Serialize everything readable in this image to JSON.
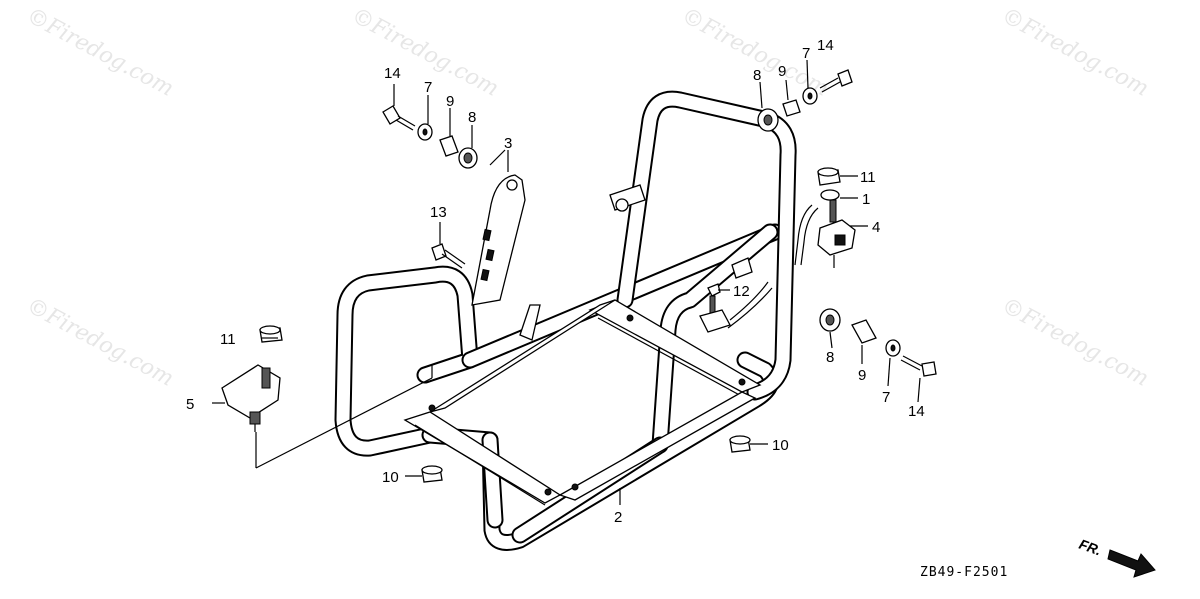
{
  "watermark": "©Firedog.com",
  "drawing_code": "ZB49-F2501",
  "front_marker": "FR.",
  "callouts": {
    "p1": "1",
    "p2": "2",
    "p3": "3",
    "p4": "4",
    "p5": "5",
    "p7a": "7",
    "p7b": "7",
    "p7c": "7",
    "p8a": "8",
    "p8b": "8",
    "p8c": "8",
    "p9a": "9",
    "p9b": "9",
    "p9c": "9",
    "p10a": "10",
    "p10b": "10",
    "p11a": "11",
    "p11b": "11",
    "p12": "12",
    "p13": "13",
    "p14a": "14",
    "p14b": "14",
    "p14c": "14"
  }
}
